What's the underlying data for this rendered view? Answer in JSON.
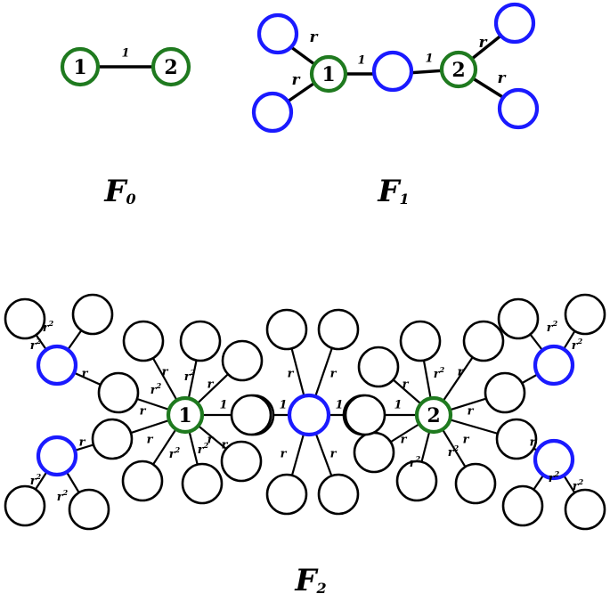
{
  "node_labels": {
    "a": "1",
    "b": "2"
  },
  "edge_labels": {
    "one": "1",
    "r": "r",
    "r2_base": "r",
    "r2_exp": "2"
  },
  "figure_labels": [
    {
      "main": "F",
      "sub": "0"
    },
    {
      "main": "F",
      "sub": "1"
    },
    {
      "main": "F",
      "sub": "2"
    }
  ],
  "colors": {
    "green": "#1f7a1f",
    "blue": "#1a1aff",
    "black": "#000000"
  }
}
